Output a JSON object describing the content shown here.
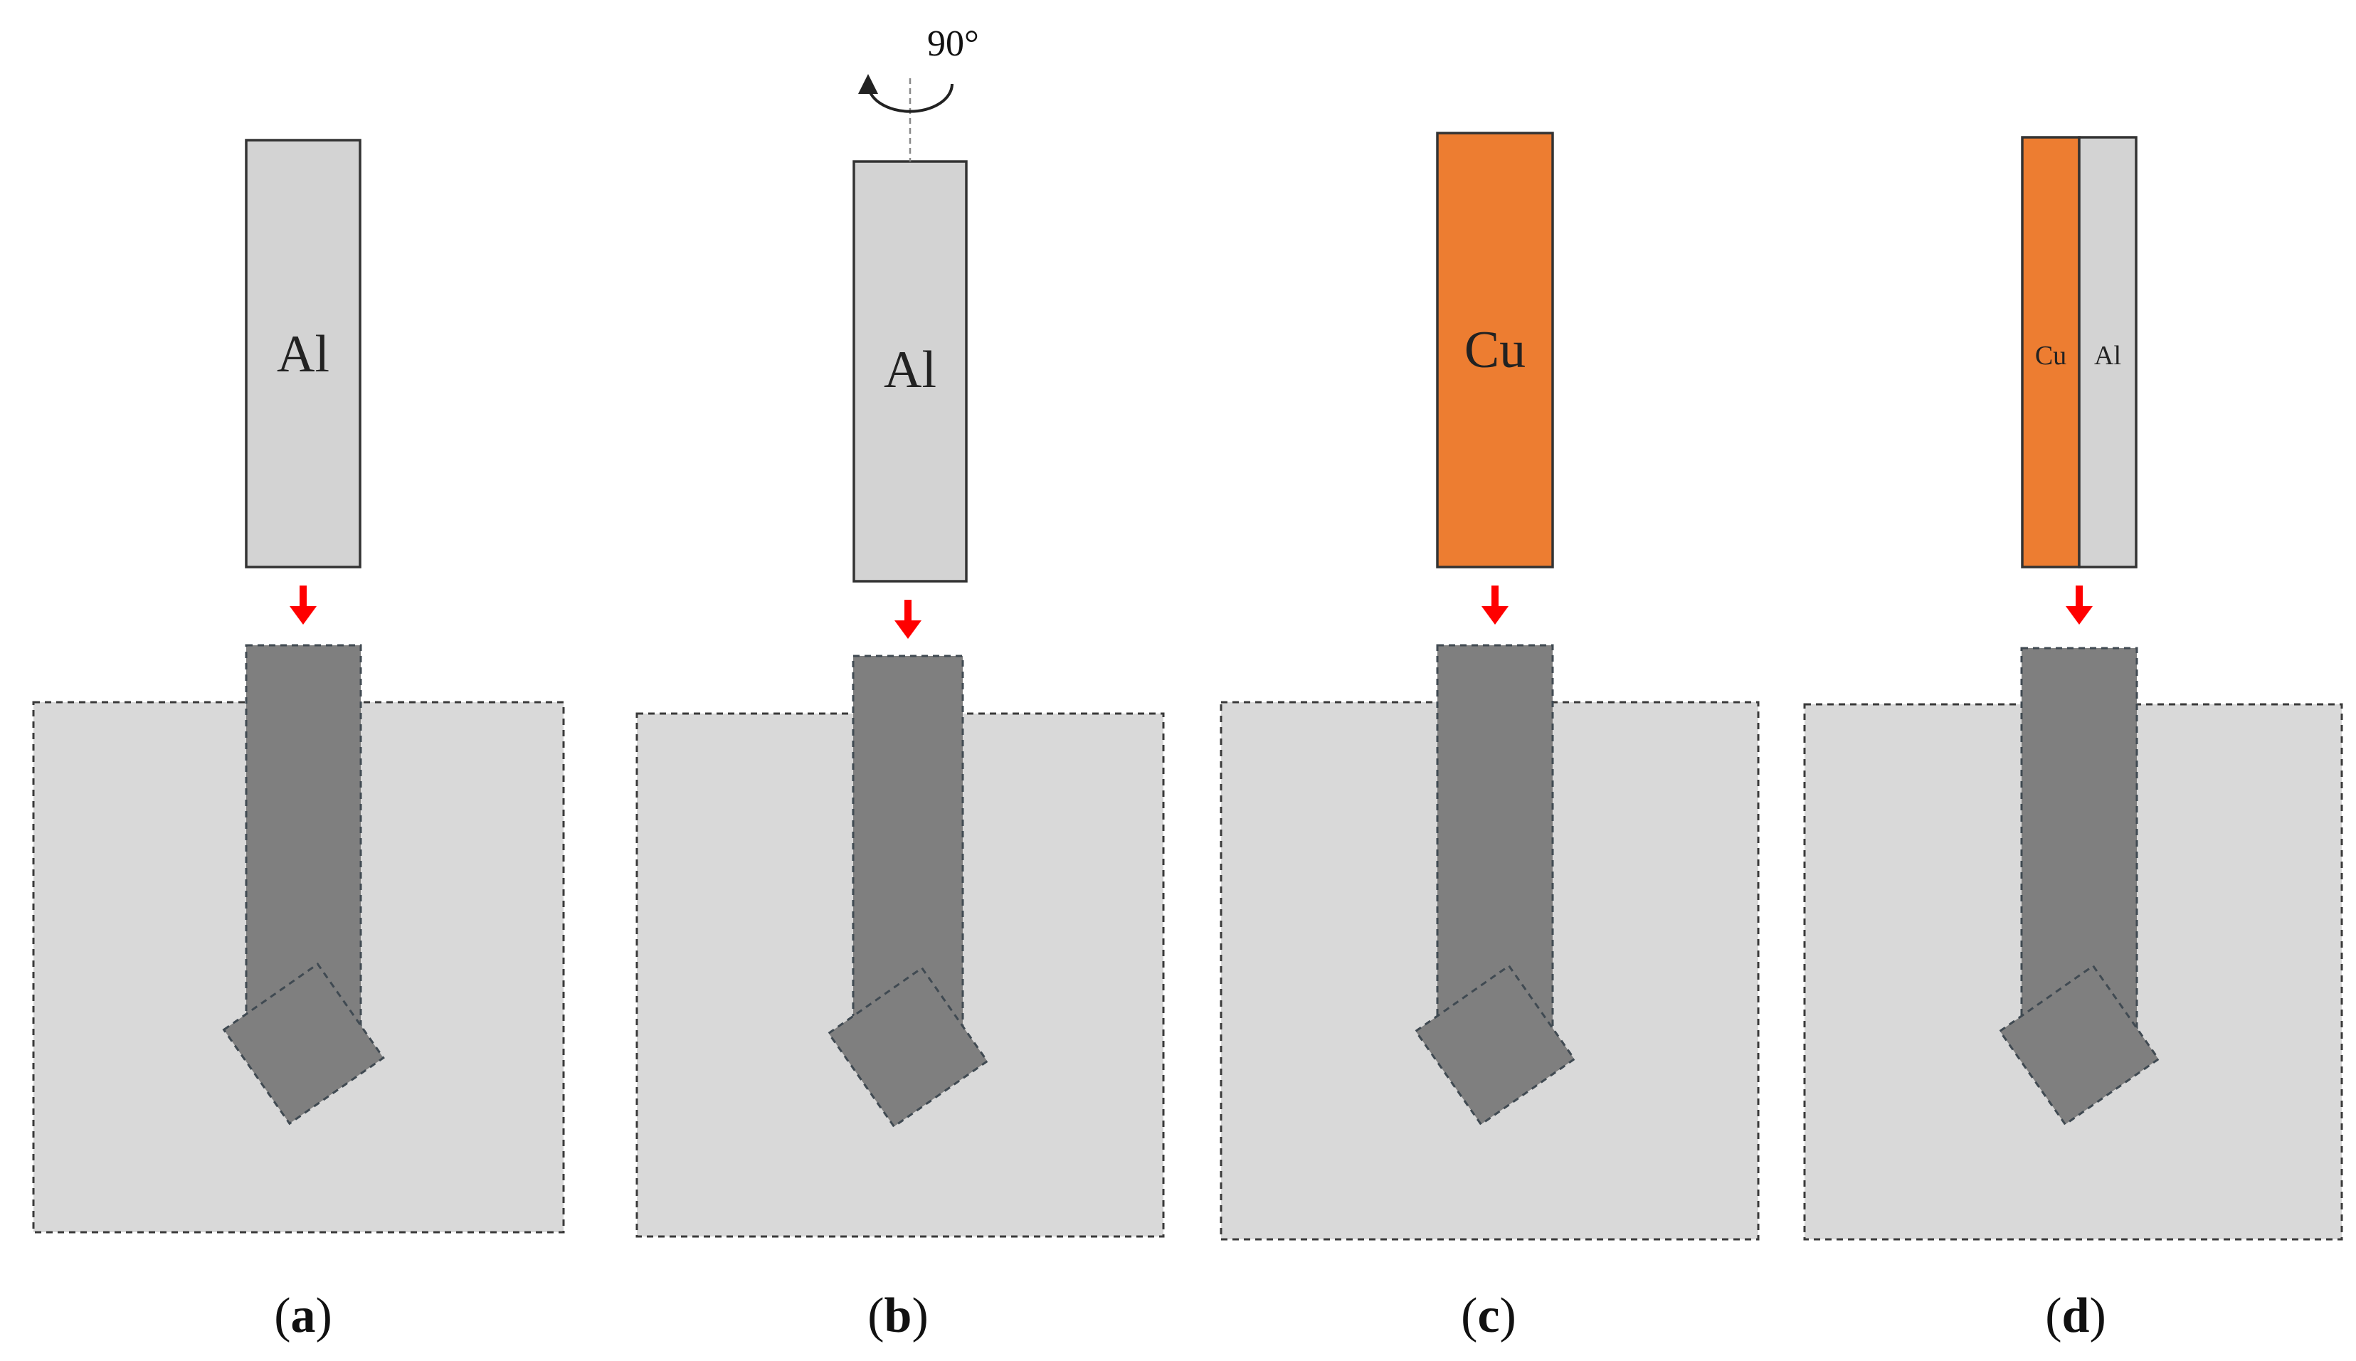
{
  "colors": {
    "aluminum": "#d3d3d3",
    "copper": "#ed7d31",
    "die": "#d9d9d9",
    "channel": "#7f7f7f",
    "arrow": "#ff0000"
  },
  "panels": [
    {
      "id": "a",
      "caption_open": "(",
      "caption_letter": "a",
      "caption_close": ")",
      "bars": [
        {
          "material": "aluminum",
          "label": "Al"
        }
      ]
    },
    {
      "id": "b",
      "caption_open": "(",
      "caption_letter": "b",
      "caption_close": ")",
      "bars": [
        {
          "material": "aluminum",
          "label": "Al"
        }
      ],
      "rotation_label": "90°"
    },
    {
      "id": "c",
      "caption_open": "(",
      "caption_letter": "c",
      "caption_close": ")",
      "bars": [
        {
          "material": "copper",
          "label": "Cu"
        }
      ]
    },
    {
      "id": "d",
      "caption_open": "(",
      "caption_letter": "d",
      "caption_close": ")",
      "bars": [
        {
          "material": "copper",
          "label": "Cu"
        },
        {
          "material": "aluminum",
          "label": "Al"
        }
      ]
    }
  ]
}
